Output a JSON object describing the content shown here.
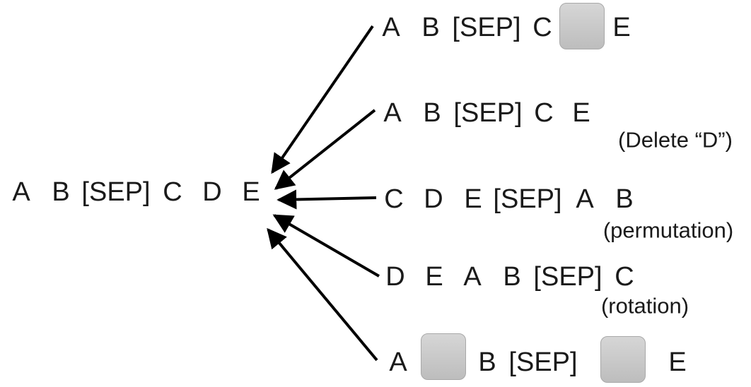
{
  "original": {
    "tokens": [
      "A",
      "B",
      "[SEP]",
      "C",
      "D",
      "E"
    ]
  },
  "variants": [
    {
      "id": "masked",
      "tokens": [
        "A",
        "B",
        "[SEP]",
        "C",
        "E"
      ],
      "annotation": ""
    },
    {
      "id": "delete",
      "tokens": [
        "A",
        "B",
        "[SEP]",
        "C",
        "E"
      ],
      "annotation": "(Delete “D”)"
    },
    {
      "id": "permutation",
      "tokens": [
        "C",
        "D",
        "E",
        "[SEP]",
        "A",
        "B"
      ],
      "annotation": "(permutation)"
    },
    {
      "id": "rotation",
      "tokens": [
        "D",
        "E",
        "A",
        "B",
        "[SEP]",
        "C"
      ],
      "annotation": "(rotation)"
    },
    {
      "id": "masked2",
      "tokens": [
        "A",
        "B",
        "[SEP]",
        "E"
      ],
      "annotation": ""
    }
  ],
  "colors": {
    "text": "#1a1a1a",
    "arrow": "#000000",
    "mask": "#c8c8c8"
  }
}
